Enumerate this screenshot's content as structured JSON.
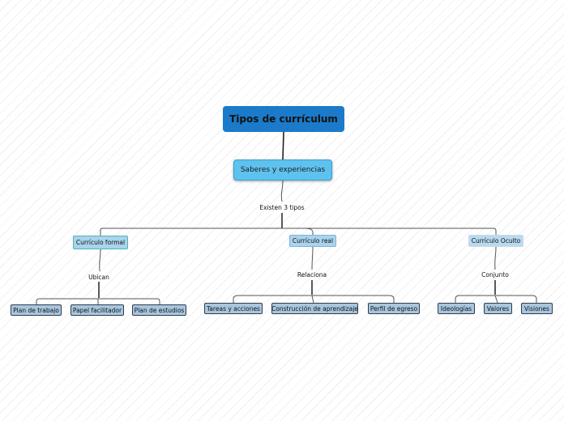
{
  "root": {
    "label": "Tipos de currículum"
  },
  "main": {
    "label": "Saberes y experiencias"
  },
  "main_relation": {
    "label": "Existen 3 tipos"
  },
  "types": [
    {
      "label": "Currículo formal",
      "relation": "Ubican",
      "items": [
        "Plan de trabajo",
        "Papel facilitador",
        "Plan de estudios"
      ]
    },
    {
      "label": "Currículo real",
      "relation": "Relaciona",
      "items": [
        "Tareas y acciones",
        "Construcción de aprendizaje",
        "Perfil de egreso"
      ]
    },
    {
      "label": "Currículo Oculto",
      "relation": "Conjunto",
      "items": [
        "Ideologías",
        "Valores",
        "Visiones"
      ]
    }
  ],
  "colors": {
    "root_fill": "#1b7ac9",
    "main_fill": "#5ec2ef",
    "type_fill": "#a9d3ee",
    "leaf_fill": "#a8c6de",
    "connector": "#555555"
  }
}
